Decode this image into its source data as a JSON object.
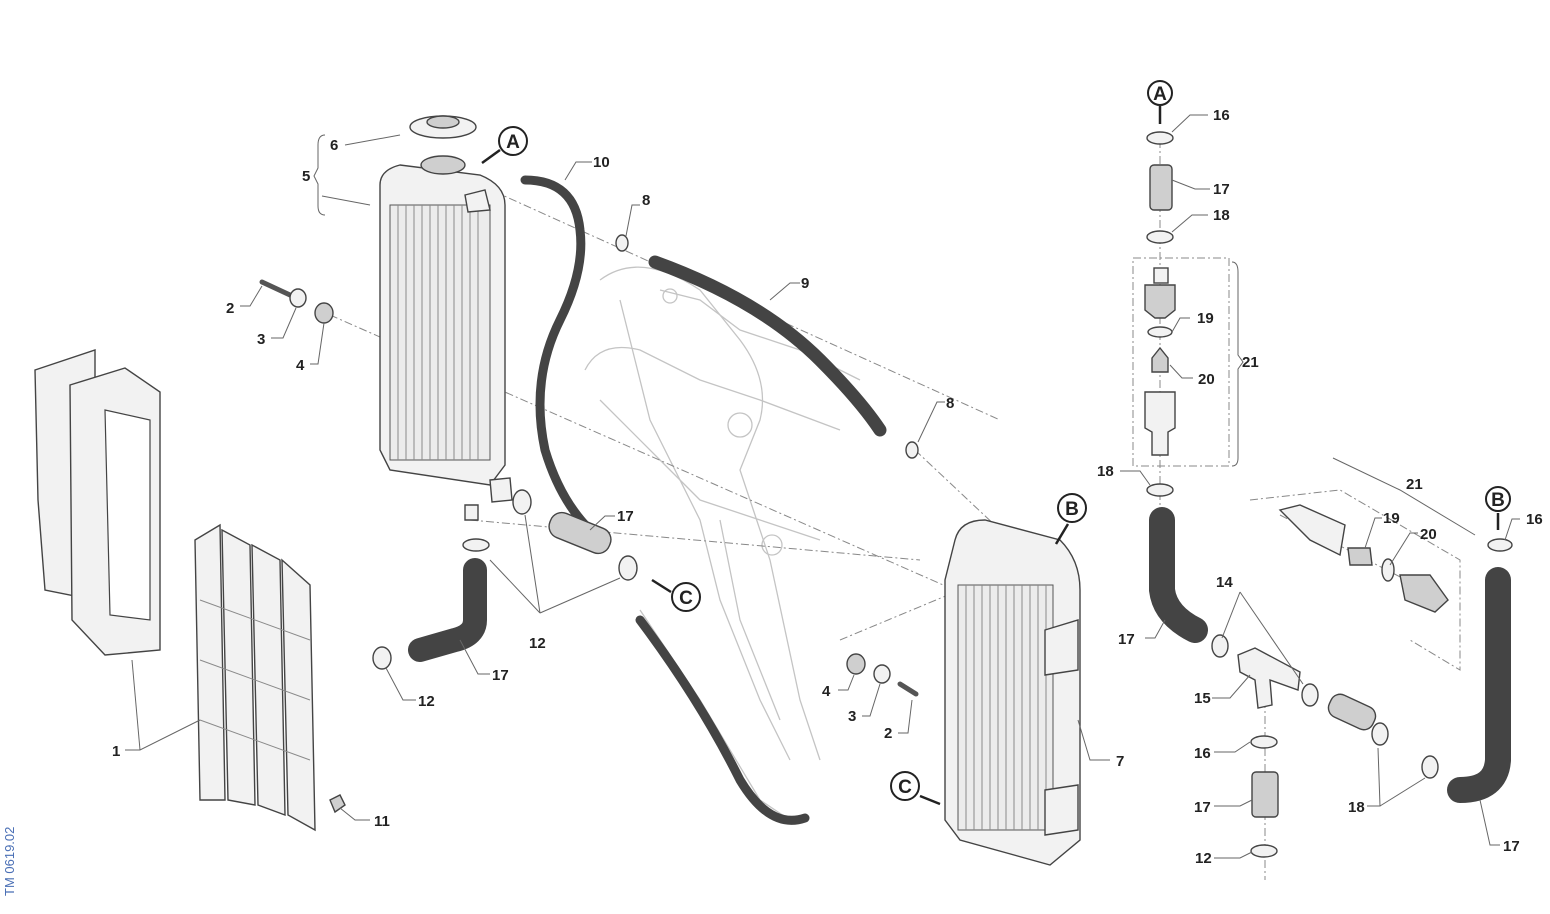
{
  "doc_code": "TM 0619.02",
  "callouts": {
    "n1": "1",
    "n2a": "2",
    "n2b": "2",
    "n3a": "3",
    "n3b": "3",
    "n4a": "4",
    "n4b": "4",
    "n5": "5",
    "n6": "6",
    "n7": "7",
    "n8a": "8",
    "n8b": "8",
    "n9": "9",
    "n10": "10",
    "n11": "11",
    "n12a": "12",
    "n12b": "12",
    "n12c": "12",
    "n14": "14",
    "n15": "15",
    "n16a": "16",
    "n16b": "16",
    "n16c": "16",
    "n17a": "17",
    "n17b": "17",
    "n17c": "17",
    "n17d": "17",
    "n17e": "17",
    "n17f": "17",
    "n18a": "18",
    "n18b": "18",
    "n18c": "18",
    "n19a": "19",
    "n19b": "19",
    "n20a": "20",
    "n20b": "20",
    "n21a": "21",
    "n21b": "21"
  },
  "refs": {
    "a_left": "A",
    "a_right": "A",
    "b_left": "B",
    "b_right": "B",
    "c_left": "C",
    "c_right": "C"
  }
}
